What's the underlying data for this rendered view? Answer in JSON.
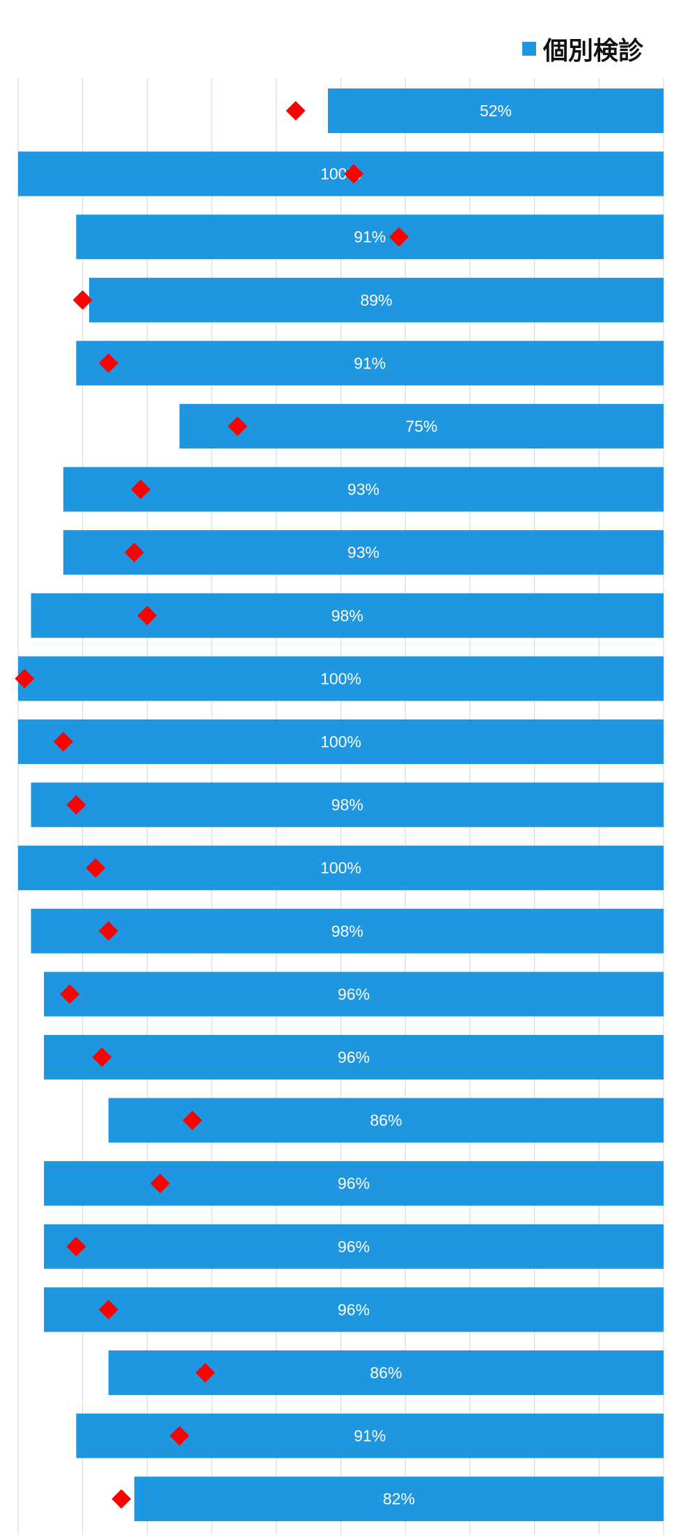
{
  "legend": {
    "label": "個別検診",
    "color": "#1e96e0"
  },
  "chart_data": {
    "type": "bar",
    "orientation": "horizontal",
    "direction": "right-aligned",
    "grid": true,
    "legend_position": "top-right",
    "xlim": [
      0,
      100
    ],
    "series": [
      {
        "name": "個別検診",
        "color": "#1e96e0",
        "values": [
          52,
          100,
          91,
          89,
          91,
          75,
          93,
          93,
          98,
          100,
          100,
          98,
          100,
          98,
          96,
          96,
          86,
          96,
          96,
          96,
          86,
          91,
          82
        ],
        "labels": [
          "52%",
          "100%",
          "91%",
          "89%",
          "91%",
          "75%",
          "93%",
          "93%",
          "98%",
          "100%",
          "100%",
          "98%",
          "100%",
          "98%",
          "96%",
          "96%",
          "86%",
          "96%",
          "96%",
          "96%",
          "86%",
          "91%",
          "82%"
        ]
      },
      {
        "marker": "diamond",
        "color": "#ff0000",
        "values": [
          57,
          48,
          41,
          90,
          86,
          66,
          81,
          82,
          80,
          99,
          93,
          91,
          88,
          86,
          92,
          87,
          73,
          78,
          91,
          86,
          71,
          75,
          84
        ]
      }
    ]
  }
}
